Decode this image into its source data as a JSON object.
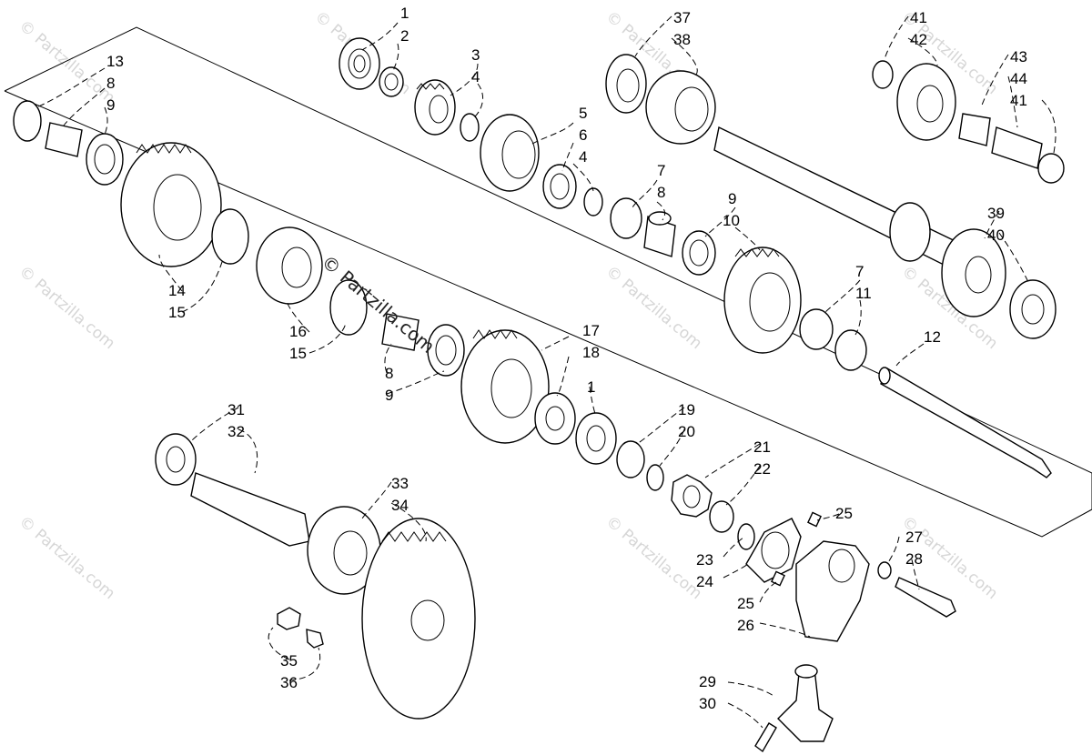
{
  "watermarks": {
    "corner": "© Partzilla.com",
    "center": "© Partzilla.com"
  },
  "callouts": [
    "1",
    "2",
    "3",
    "4",
    "5",
    "6",
    "4",
    "7",
    "8",
    "9",
    "10",
    "7",
    "11",
    "12",
    "13",
    "8",
    "9",
    "14",
    "15",
    "16",
    "15",
    "8",
    "9",
    "17",
    "18",
    "1",
    "19",
    "20",
    "21",
    "22",
    "23",
    "24",
    "25",
    "25",
    "26",
    "27",
    "28",
    "29",
    "30",
    "31",
    "32",
    "33",
    "34",
    "35",
    "36",
    "37",
    "38",
    "39",
    "40",
    "41",
    "42",
    "43",
    "44",
    "41"
  ],
  "colors": {
    "line": "#000000",
    "watermark": "#d6d6d6",
    "background": "#ffffff"
  }
}
